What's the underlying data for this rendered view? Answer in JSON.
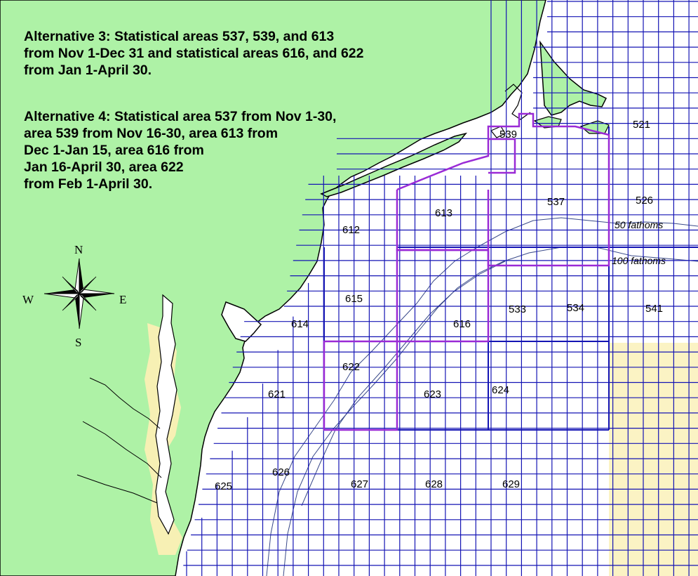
{
  "colors": {
    "land": "#aef2a6",
    "land_chesapeake": "#f7f0b4",
    "ocean": "#ffffff",
    "grid": "#1414b4",
    "closed_area_outline": "#9a2ad6",
    "offshore_shading": "#fbf3c4",
    "coast": "#000000"
  },
  "notes": {
    "alt3": [
      "Alternative 3: Statistical areas 537, 539, and 613",
      "from Nov 1-Dec 31 and statistical areas 616, and 622",
      "from Jan 1-April 30."
    ],
    "alt4": [
      "Alternative 4: Statistical area 537 from Nov 1-30,",
      "area 539 from Nov 16-30, area 613 from",
      "Dec 1-Jan 15, area 616 from",
      "Jan 16-April 30, area 622",
      "from Feb 1-April 30."
    ]
  },
  "compass": {
    "N": "N",
    "S": "S",
    "E": "E",
    "W": "W",
    "icon": "compass-rose-icon"
  },
  "area_labels": {
    "a521": "521",
    "a526": "526",
    "a533": "533",
    "a534": "534",
    "a537": "537",
    "a539": "539",
    "a541": "541",
    "a612": "612",
    "a613": "613",
    "a614": "614",
    "a615": "615",
    "a616": "616",
    "a621": "621",
    "a622": "622",
    "a623": "623",
    "a624": "624",
    "a625": "625",
    "a626": "626",
    "a627": "627",
    "a628": "628",
    "a629": "629"
  },
  "depth_labels": {
    "fathoms50": "50 fathoms",
    "fathoms100": "100 fathoms"
  }
}
